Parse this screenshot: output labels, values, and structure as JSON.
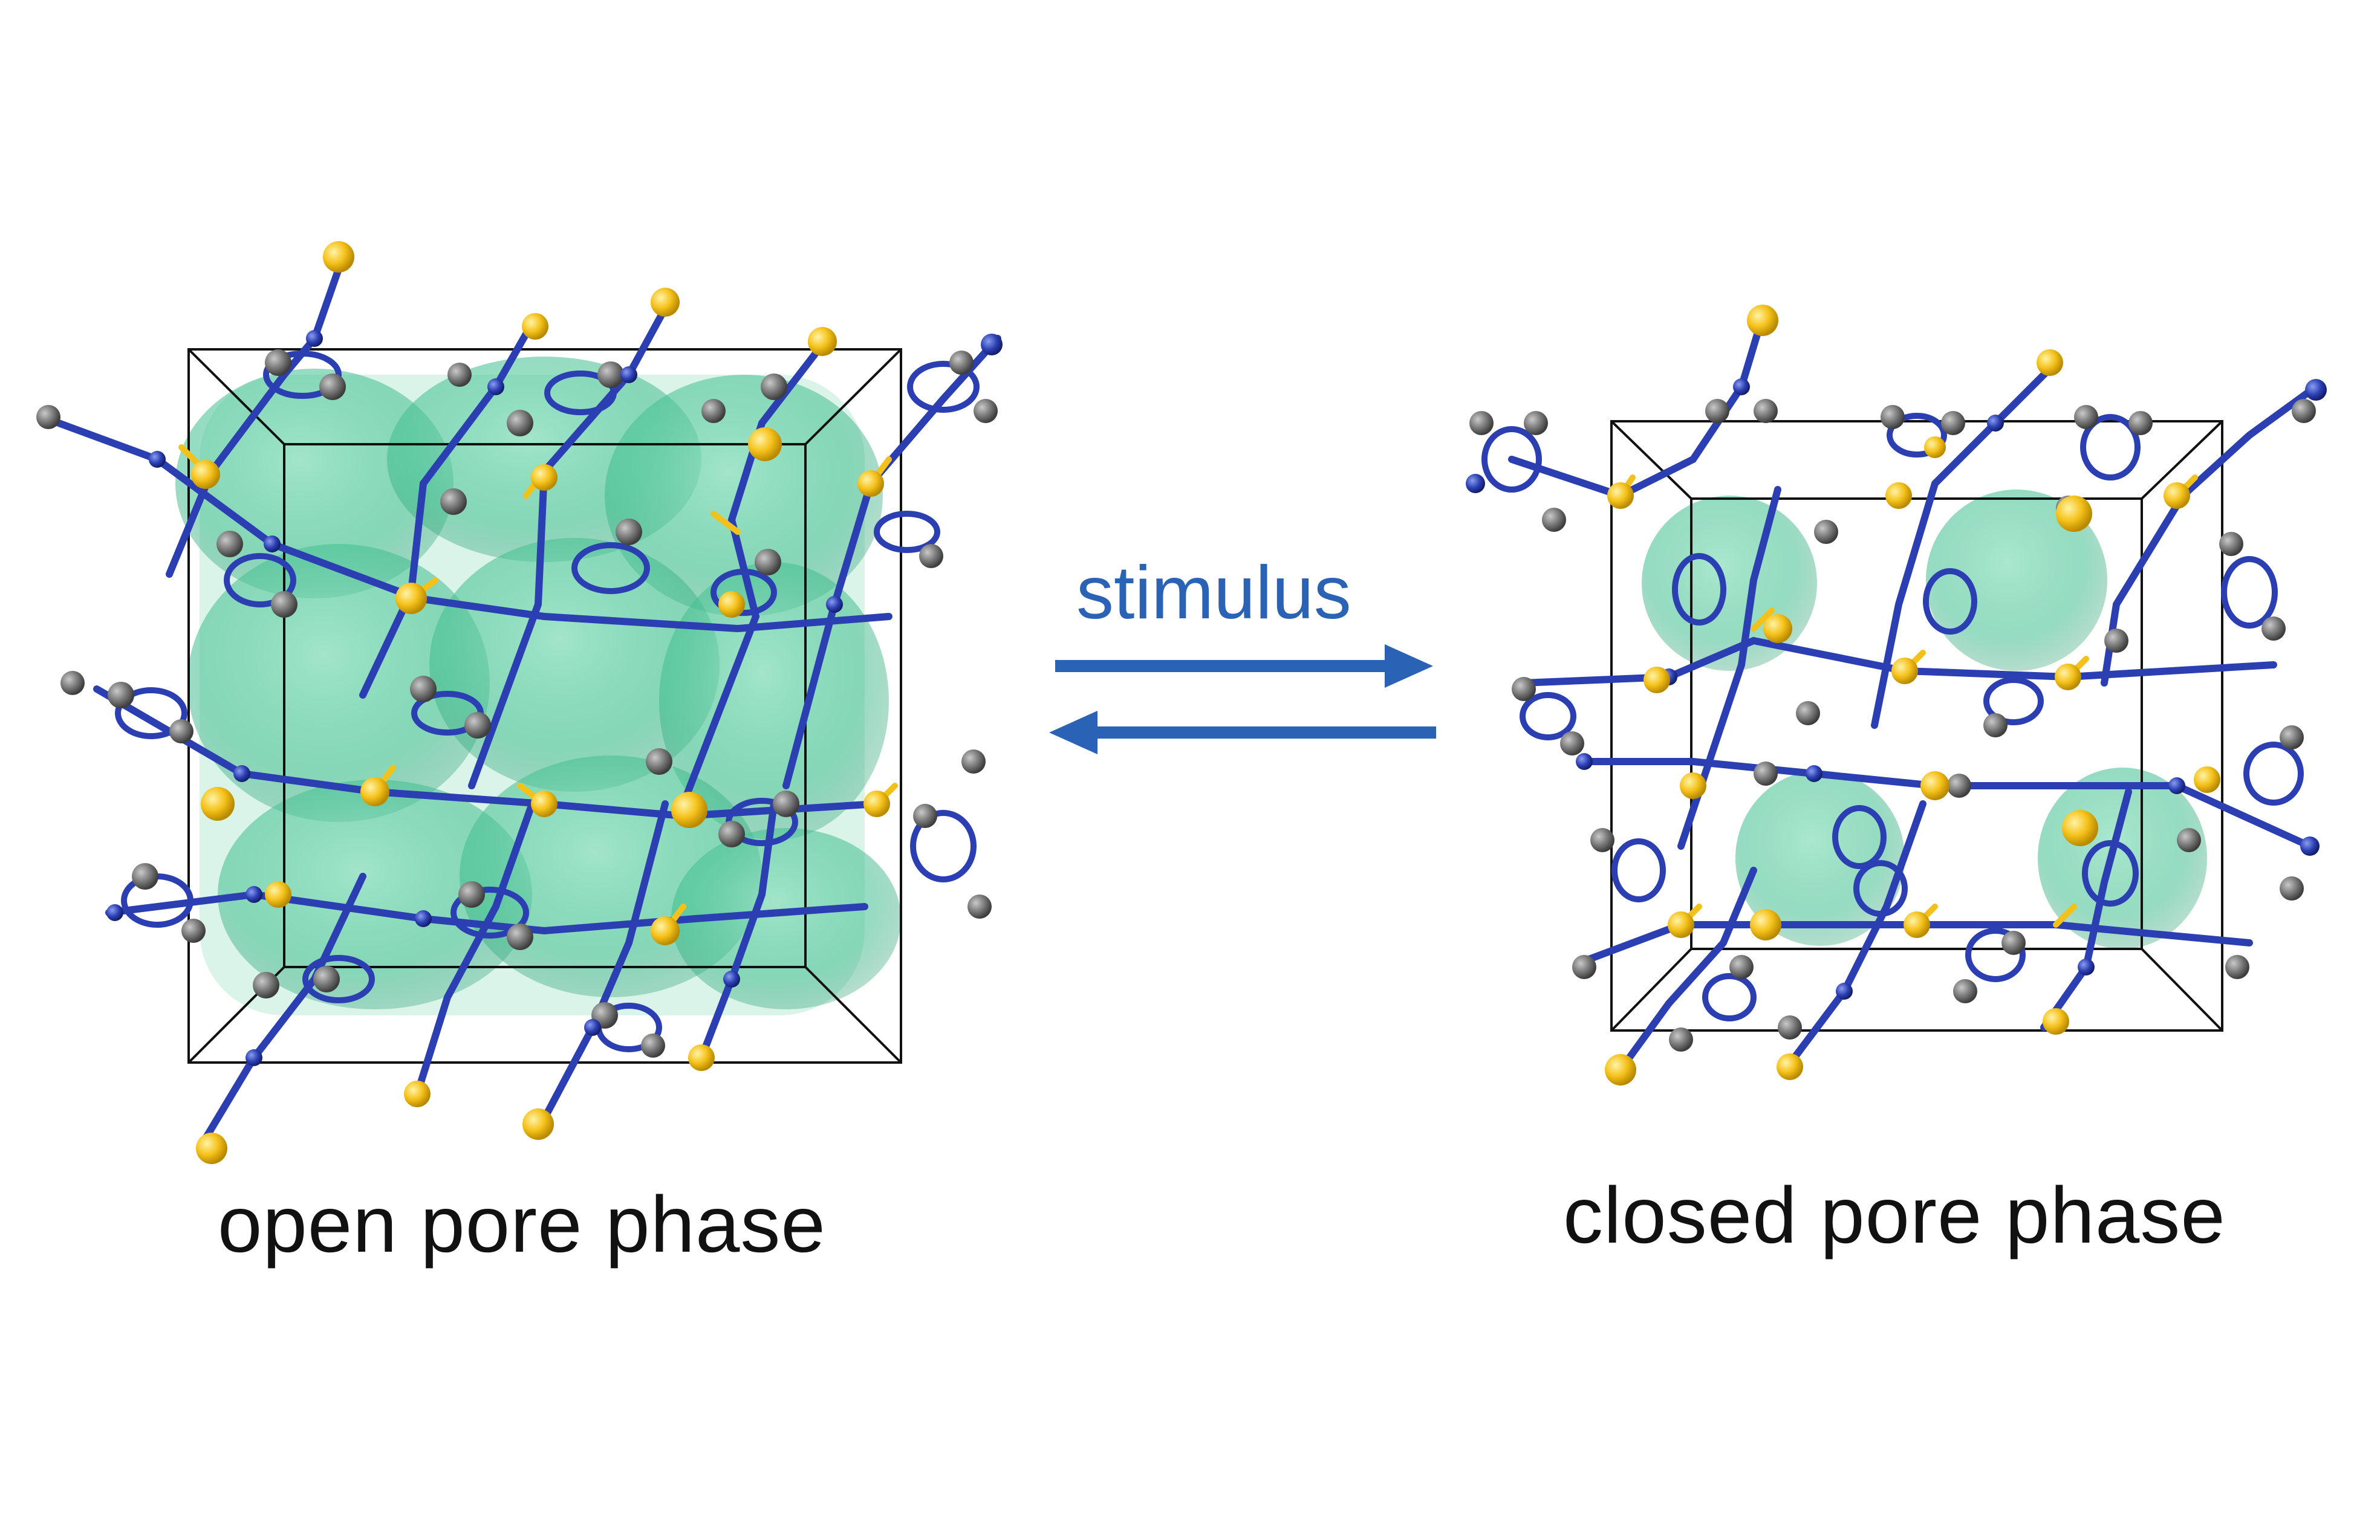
{
  "labels": {
    "stimulus": "stimulus",
    "open_caption": "open pore phase",
    "closed_caption": "closed pore phase"
  },
  "colors": {
    "arrow": "#2a63b6",
    "pore": "#3fbf8f",
    "metal": "#f5c21b",
    "nitrogen": "#2b3fb3",
    "carbon": "#707070",
    "bond_metal": "#f2c21a",
    "cell_edge": "#111111"
  },
  "icons": {
    "forward_arrow": "arrow-right-icon",
    "reverse_arrow": "arrow-left-icon"
  }
}
